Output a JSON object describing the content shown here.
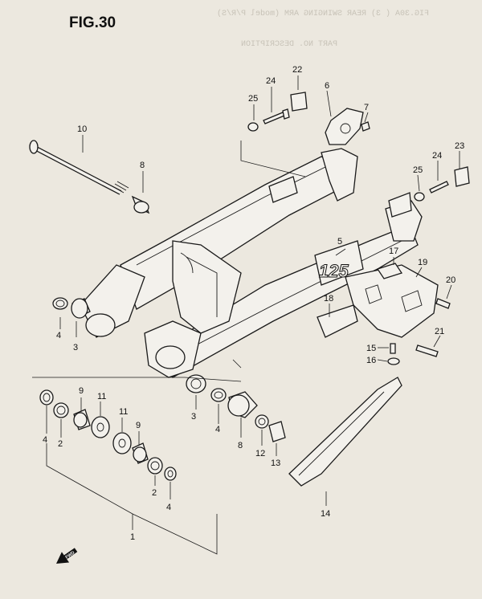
{
  "title": "FIG.30",
  "labels": {
    "p1": "1",
    "p2a": "2",
    "p2b": "2",
    "p3a": "3",
    "p3b": "3",
    "p4a": "4",
    "p4b": "4",
    "p4c": "4",
    "p4d": "4",
    "p5": "5",
    "p6": "6",
    "p7": "7",
    "p8a": "8",
    "p8b": "8",
    "p9a": "9",
    "p9b": "9",
    "p10": "10",
    "p11a": "11",
    "p11b": "11",
    "p12": "12",
    "p13": "13",
    "p14": "14",
    "p15": "15",
    "p16": "16",
    "p17": "17",
    "p18": "18",
    "p19": "19",
    "p20": "20",
    "p21": "21",
    "p22": "22",
    "p23": "23",
    "p24a": "24",
    "p24b": "24",
    "p25a": "25",
    "p25b": "25"
  },
  "emblem_text": "125",
  "front_marker": "FWD",
  "icons": {
    "front_arrow": "arrow-front-icon"
  }
}
